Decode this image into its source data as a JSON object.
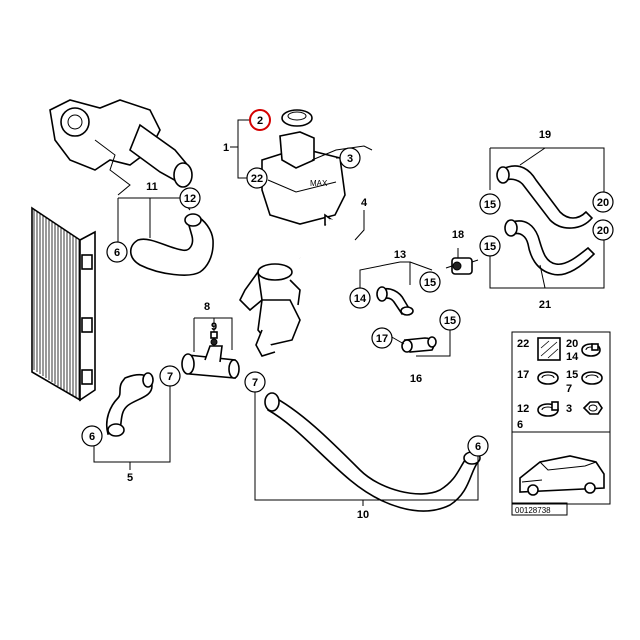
{
  "diagram": {
    "callouts": {
      "c2": "2",
      "c22": "22",
      "c3": "3",
      "c12": "12",
      "c6a": "6",
      "c7a": "7",
      "c7b": "7",
      "c6b": "6",
      "c14": "14",
      "c15a": "15",
      "c15b": "15",
      "c15c": "15",
      "c15d": "15",
      "c17": "17",
      "c20a": "20",
      "c20b": "20",
      "c6c": "6"
    },
    "labels": {
      "l1": "1",
      "l4": "4",
      "l11": "11",
      "l13": "13",
      "l18": "18",
      "l19": "19",
      "l8": "8",
      "l9": "9",
      "l16": "16",
      "l21": "21",
      "l5": "5",
      "l10": "10"
    },
    "tank_text": "MAX",
    "legend": {
      "items": [
        {
          "a": "22",
          "b": "20",
          "c": "14"
        },
        {
          "a": "17",
          "b": "15",
          "c": "7"
        },
        {
          "a": "12",
          "b": "3",
          "c": "6"
        }
      ]
    },
    "reference_number": "00128738"
  }
}
